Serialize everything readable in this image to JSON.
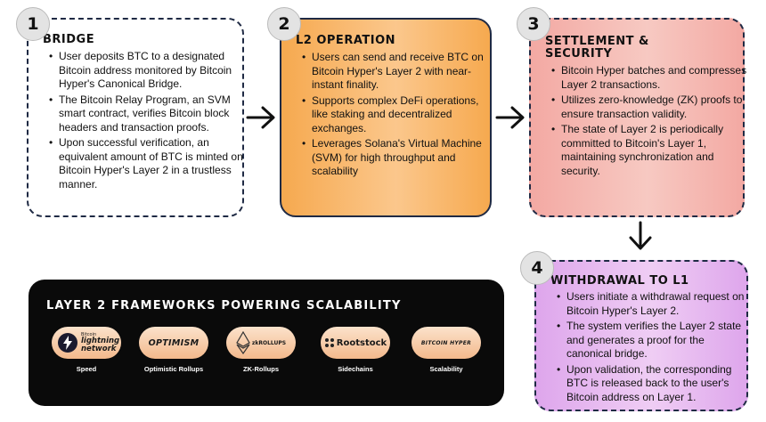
{
  "step1": {
    "number": "1",
    "title": "BRIDGE",
    "bullets": [
      "User deposits BTC to a designated Bitcoin address monitored by Bitcoin Hyper's Canonical Bridge.",
      "The Bitcoin Relay Program, an SVM smart contract, verifies Bitcoin block headers and transaction proofs.",
      "Upon successful verification, an equivalent amount of BTC is minted on Bitcoin Hyper's Layer 2 in a trustless manner."
    ]
  },
  "step2": {
    "number": "2",
    "title": "L2 OPERATION",
    "bullets": [
      "Users can send and receive BTC on Bitcoin Hyper's Layer 2 with near-instant finality.",
      "Supports complex DeFi operations, like staking and decentralized exchanges.",
      "Leverages Solana's Virtual Machine (SVM) for high throughput and scalability"
    ]
  },
  "step3": {
    "number": "3",
    "title": "SETTLEMENT & SECURITY",
    "bullets": [
      "Bitcoin Hyper batches and compresses Layer 2 transactions.",
      "Utilizes zero-knowledge (ZK) proofs to ensure transaction validity.",
      "The state of Layer 2 is periodically committed to Bitcoin's Layer 1, maintaining synchronization and security."
    ]
  },
  "step4": {
    "number": "4",
    "title": "WITHDRAWAL TO L1",
    "bullets": [
      "Users initiate a withdrawal request on Bitcoin Hyper's Layer 2.",
      "The system verifies the Layer 2 state and generates a proof for the canonical bridge.",
      "Upon validation, the corresponding BTC is released back to the user's Bitcoin address on Layer 1."
    ]
  },
  "frameworks": {
    "title": "LAYER 2 FRAMEWORKS POWERING SCALABILITY",
    "items": [
      {
        "logo_small": "Bitcoin",
        "logo": "lightning network",
        "caption": "Speed",
        "icon": "lightning-bolt-icon"
      },
      {
        "logo": "OPTIMISM",
        "caption": "Optimistic Rollups",
        "icon": "optimism-logo"
      },
      {
        "logo": "zkROLLUPS",
        "caption": "ZK-Rollups",
        "icon": "ethereum-diamond-icon"
      },
      {
        "logo": "Rootstock",
        "caption": "Sidechains",
        "icon": "rootstock-icon"
      },
      {
        "logo": "BITCOIN HYPER",
        "caption": "Scalability",
        "icon": "bitcoin-hyper-logo"
      }
    ]
  },
  "colors": {
    "step1_bg": "#ffffff",
    "step2_bg": "#f7ab4c",
    "step3_bg": "#f1b3ad",
    "step4_bg": "#e6b4ee",
    "frameworks_bg": "#0a0a0a",
    "border": "#1f2a44"
  }
}
